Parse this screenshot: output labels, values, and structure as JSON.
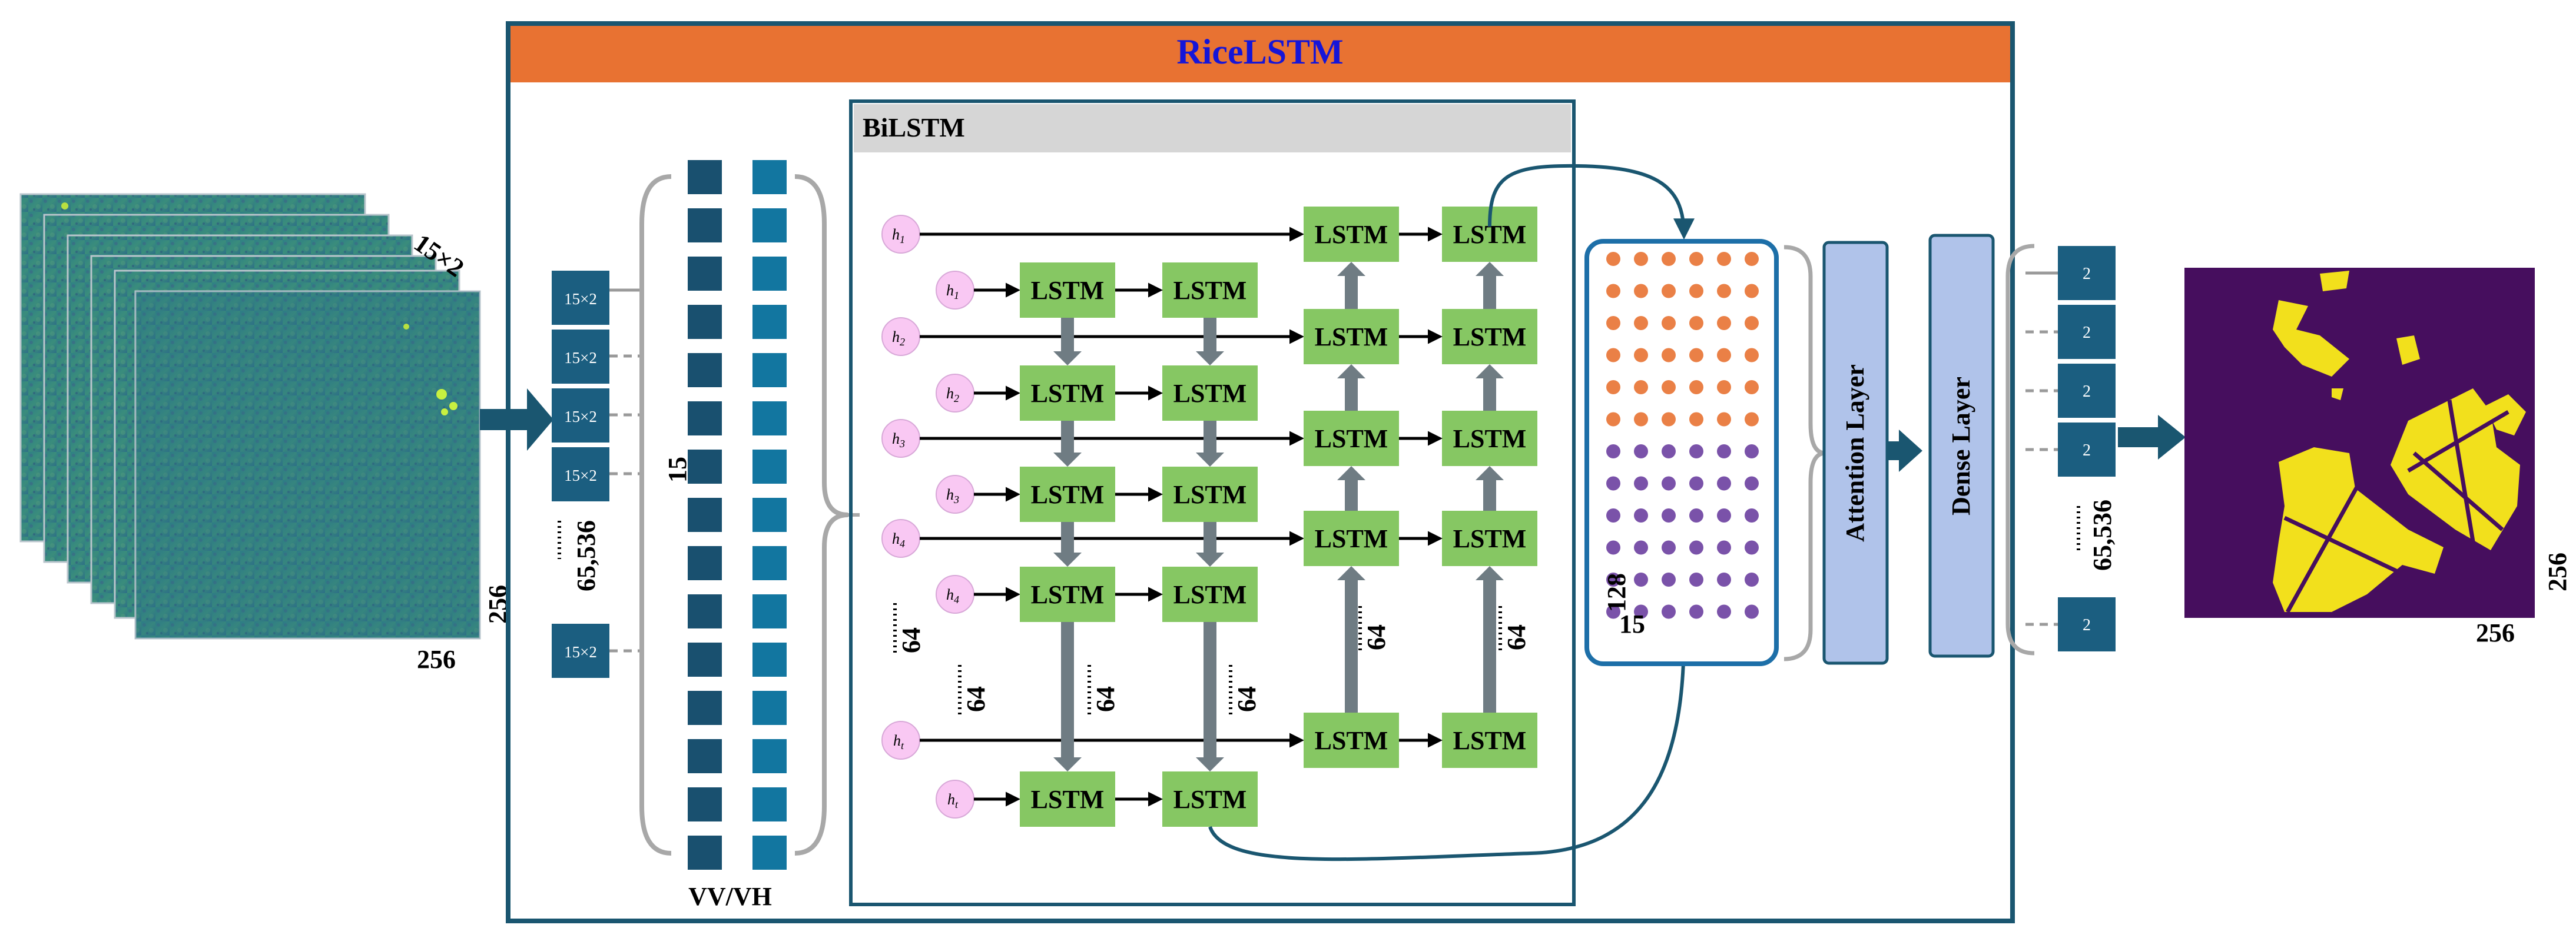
{
  "title": "RiceLSTM",
  "bilstm_label": "BiLSTM",
  "lstm_label": "LSTM",
  "attention_label": "Attention Layer",
  "dense_label": "Dense Layer",
  "input": {
    "stack_label": "15×2",
    "height_label": "256",
    "width_label": "256"
  },
  "pixel_sequences": {
    "chip_label": "15×2",
    "count_label": "65,536",
    "sequence_length_label": "15",
    "channel_label": "VV/VH"
  },
  "hidden_states": {
    "left_column": [
      "h1",
      "h2",
      "h3",
      "h4",
      "ht"
    ],
    "inner_column": [
      "h1",
      "h2",
      "h3",
      "h4",
      "ht"
    ],
    "units_label": "64"
  },
  "feature_grid": {
    "rows_label": "128",
    "cols_label": "15"
  },
  "output": {
    "chip_label": "2",
    "count_label": "65,536",
    "height_label": "256",
    "width_label": "256"
  },
  "colors": {
    "title_bar": "#E87232",
    "title_text": "#1515D8",
    "frame": "#1A5670",
    "lstm_box": "#86C763",
    "hidden_state": "#F9C8F3",
    "attention_fill": "#B0C3EA",
    "chip": "#1B5E80",
    "vv_column": "#19506F",
    "vh_column": "#1276A0",
    "arrow_dark": "#1A5670",
    "arrow_gray": "#6F7C83",
    "grid_orange": "#E87232",
    "grid_purple": "#6C3FA0",
    "output_background": "#460E5E",
    "output_rice": "#F2E01C"
  }
}
